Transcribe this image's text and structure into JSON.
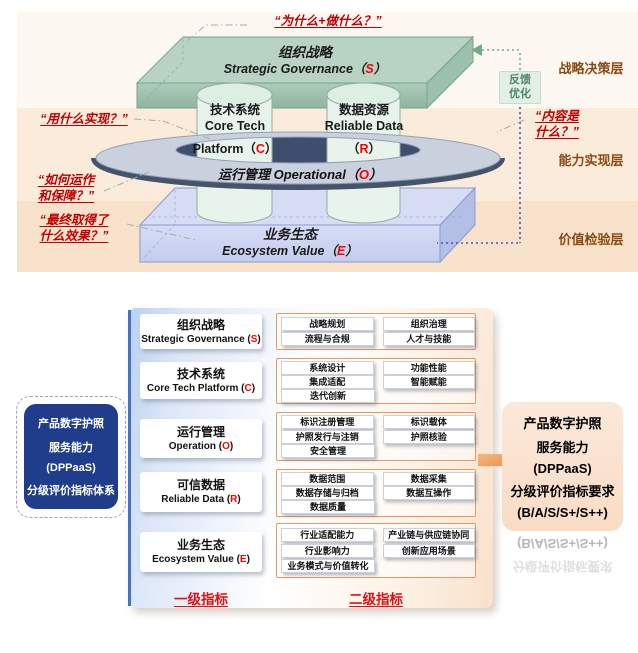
{
  "colors": {
    "band1": "#fdf7f2",
    "band2": "#fbebdb",
    "band3": "#f8e2cb",
    "green_slab": "#b8d2c3",
    "blue_slab": "#d6dcf4",
    "ring": "#c9d1de",
    "ring_dark": "#44546a",
    "annotation_red": "#c00000",
    "letter_red": "#ff0000",
    "layer_label": "#8a4a12",
    "navy_box": "#203d8c",
    "panel_accent": "#4472c4",
    "orange_border": "#e8975d",
    "arrow_orange": "#ed7d31",
    "index_red": "#e01010",
    "feedback_green": "#4e8767"
  },
  "top": {
    "q_why": "“为什么+做什么？”",
    "q_impl": "“用什么实现？”",
    "q_operate1": "“如何运作",
    "q_operate2": "和保障？”",
    "q_result1": "“最终取得了",
    "q_result2": "什么效果？”",
    "q_content1": "“内容是",
    "q_content2": "什么？”",
    "strategic_zh": "组织战略",
    "strategic_en_pre": "Strategic Governance（",
    "strategic_code": "S",
    "strategic_post": "）",
    "cyl1_zh": "技术系统",
    "cyl1_en": "Core Tech",
    "cyl1_l3_pre": "Platform（",
    "cyl1_code": "C",
    "cyl1_post": "）",
    "cyl2_zh": "数据资源",
    "cyl2_en": "Reliable Data",
    "cyl2_l3_pre": "（",
    "cyl2_code": "R",
    "cyl2_post": "）",
    "ring_pre": "运行管理 Operational（",
    "ring_code": "O",
    "ring_post": "）",
    "eco_zh": "业务生态",
    "eco_en_pre": "Ecosystem Value（",
    "eco_code": "E",
    "eco_post": "）",
    "feedback1": "反馈",
    "feedback2": "优化",
    "layer1": "战略决策层",
    "layer2": "能力实现层",
    "layer3": "价值检验层"
  },
  "bottom": {
    "left_box": {
      "l1": "产品数字护照",
      "l2": "服务能力",
      "l3": "(DPPaaS)",
      "l4": "分级评价指标体系"
    },
    "right_box": {
      "l1": "产品数字护照",
      "l2": "服务能力",
      "l3": "(DPPaaS)",
      "l4": "分级评价指标要求",
      "l5": "(B/A/S/S+/S++)"
    },
    "refl1": "(B/A/S/S+/S++)",
    "refl2": "分级评价指标要求",
    "label1": "一级指标",
    "label2": "二级指标",
    "groups": [
      {
        "zh": "组织战略",
        "en_pre": "Strategic Governance (",
        "code": "S",
        "post": ")",
        "chips": [
          [
            "战略规划",
            "组织治理"
          ],
          [
            "流程与合规",
            "人才与技能"
          ]
        ]
      },
      {
        "zh": "技术系统",
        "en_pre": "Core Tech Platform (",
        "code": "C",
        "post": ")",
        "chips": [
          [
            "系统设计",
            "功能性能"
          ],
          [
            "集成适配",
            "智能赋能"
          ],
          [
            "迭代创新"
          ]
        ]
      },
      {
        "zh": "运行管理",
        "en_pre": "Operation (",
        "code": "O",
        "post": ")",
        "chips": [
          [
            "标识注册管理",
            "标识载体"
          ],
          [
            "护照发行与注销",
            "护照核验"
          ],
          [
            "安全管理"
          ]
        ]
      },
      {
        "zh": "可信数据",
        "en_pre": "Reliable Data (",
        "code": "R",
        "post": ")",
        "chips": [
          [
            "数据范围",
            "数据采集"
          ],
          [
            "数据存储与归档",
            "数据互操作"
          ],
          [
            "数据质量"
          ]
        ]
      },
      {
        "zh": "业务生态",
        "en_pre": "Ecosystem Value (",
        "code": "E",
        "post": ")",
        "chips": [
          [
            "行业适配能力",
            "产业链与供应链协同"
          ],
          [
            "行业影响力",
            "创新应用场景"
          ],
          [
            "业务模式与价值转化"
          ]
        ]
      }
    ]
  }
}
